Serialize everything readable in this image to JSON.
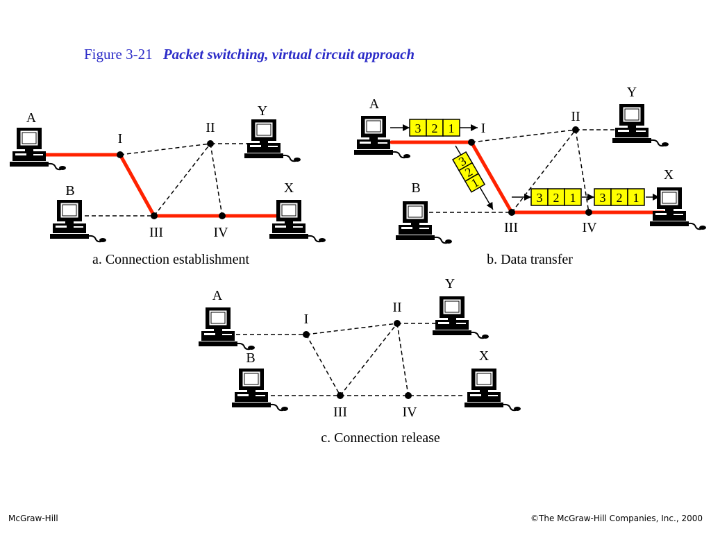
{
  "title": {
    "number": "Figure  3-21",
    "caption": "Packet switching, virtual circuit approach"
  },
  "panels": {
    "a": {
      "caption": "a. Connection establishment"
    },
    "b": {
      "caption": "b. Data transfer"
    },
    "c": {
      "caption": "c. Connection release"
    }
  },
  "stations": {
    "A": "A",
    "B": "B",
    "X": "X",
    "Y": "Y"
  },
  "switches": {
    "I": "I",
    "II": "II",
    "III": "III",
    "IV": "IV"
  },
  "packets": [
    "3",
    "2",
    "1"
  ],
  "colors": {
    "circuit": "#ff2200",
    "packet_fill": "#ffff00",
    "title": "#2c2cc8",
    "link": "#000000"
  },
  "footer": {
    "left": "McGraw-Hill",
    "right": "©The McGraw-Hill Companies, Inc., 2000"
  }
}
